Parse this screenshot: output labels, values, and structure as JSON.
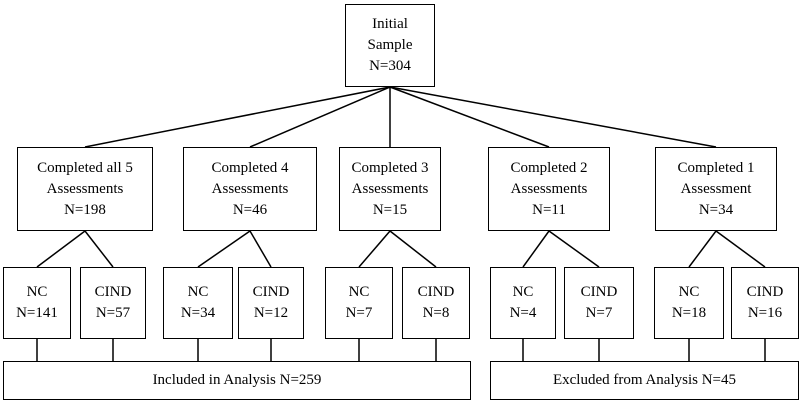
{
  "root": {
    "lines": [
      "Initial",
      "Sample",
      "N=304"
    ]
  },
  "groups": [
    {
      "lines": [
        "Completed all 5",
        "Assessments",
        "N=198"
      ],
      "children": [
        {
          "lines": [
            "NC",
            "N=141"
          ]
        },
        {
          "lines": [
            "CIND",
            "N=57"
          ]
        }
      ]
    },
    {
      "lines": [
        "Completed 4",
        "Assessments",
        "N=46"
      ],
      "children": [
        {
          "lines": [
            "NC",
            "N=34"
          ]
        },
        {
          "lines": [
            "CIND",
            "N=12"
          ]
        }
      ]
    },
    {
      "lines": [
        "Completed 3",
        "Assessments",
        "N=15"
      ],
      "children": [
        {
          "lines": [
            "NC",
            "N=7"
          ]
        },
        {
          "lines": [
            "CIND",
            "N=8"
          ]
        }
      ]
    },
    {
      "lines": [
        "Completed 2",
        "Assessments",
        "N=11"
      ],
      "children": [
        {
          "lines": [
            "NC",
            "N=4"
          ]
        },
        {
          "lines": [
            "CIND",
            "N=7"
          ]
        }
      ]
    },
    {
      "lines": [
        "Completed 1",
        "Assessment",
        "N=34"
      ],
      "children": [
        {
          "lines": [
            "NC",
            "N=18"
          ]
        },
        {
          "lines": [
            "CIND",
            "N=16"
          ]
        }
      ]
    }
  ],
  "included": {
    "label": "Included in Analysis N=259"
  },
  "excluded": {
    "label": "Excluded from Analysis N=45"
  }
}
